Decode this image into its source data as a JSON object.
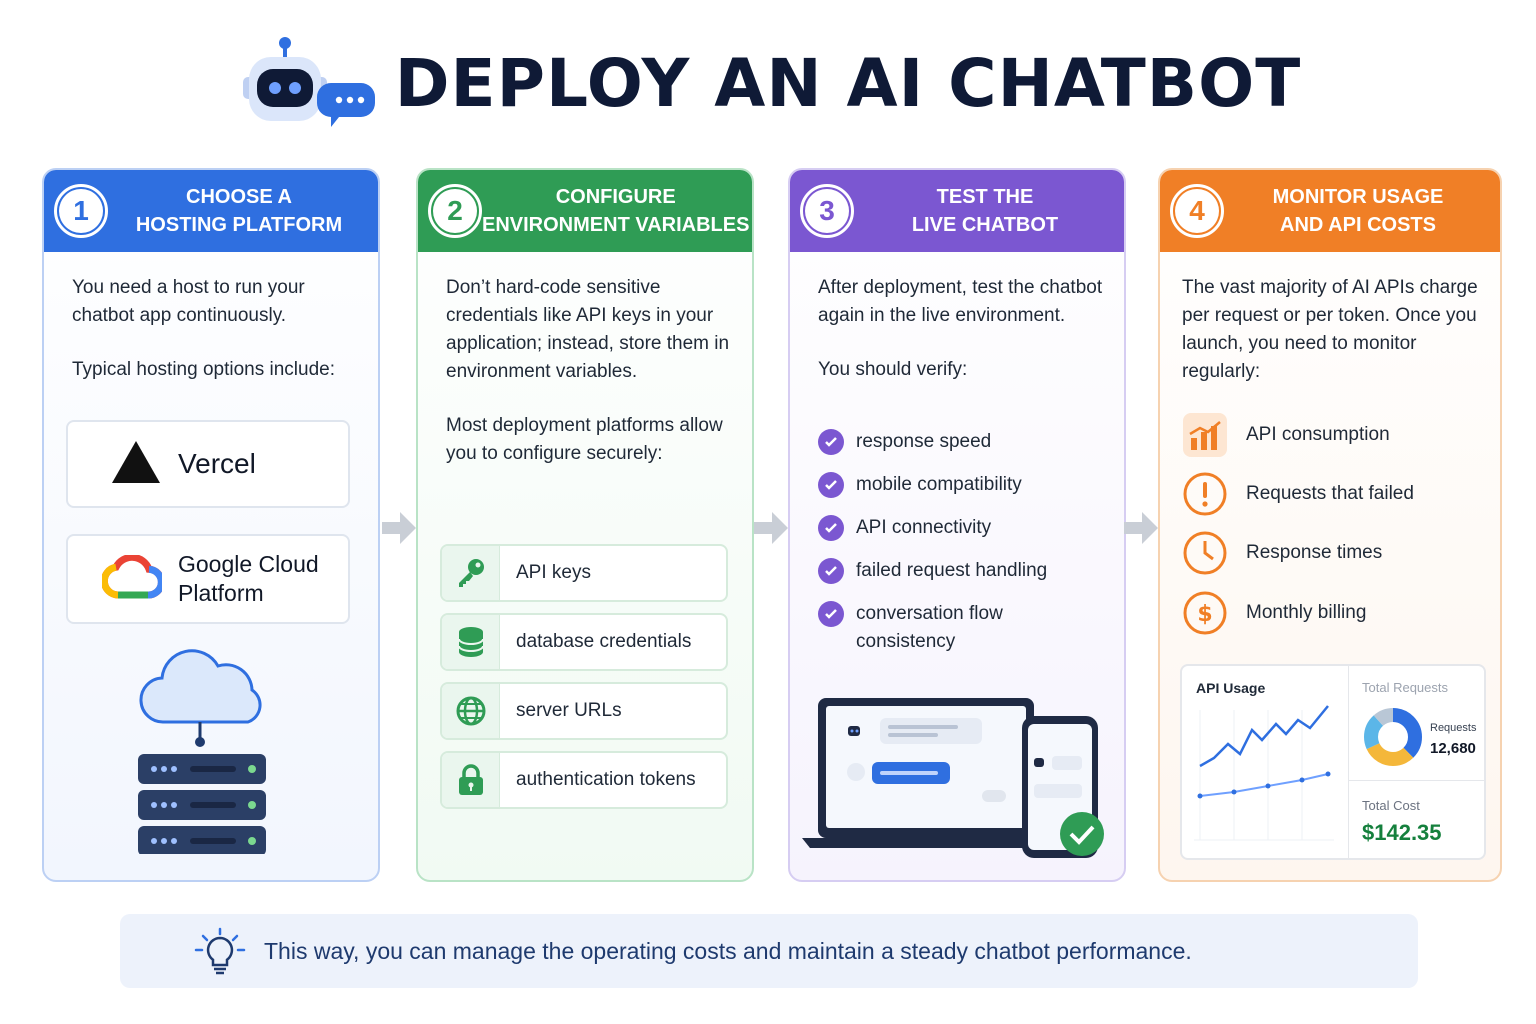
{
  "title": "DEPLOY AN AI CHATBOT",
  "colors": {
    "blue": "#2f6fe0",
    "green": "#2f9c55",
    "purple": "#7b57d1",
    "orange": "#f07f26",
    "navy": "#0f1a36"
  },
  "steps": [
    {
      "number": "1",
      "heading_line1": "CHOOSE A",
      "heading_line2": "HOSTING PLATFORM",
      "para1": "You need a host to run your chatbot app continuously.",
      "para2": "Typical hosting options include:",
      "options": [
        {
          "name": "Vercel",
          "icon": "vercel-triangle-icon"
        },
        {
          "name_line1": "Google Cloud",
          "name_line2": "Platform",
          "icon": "google-cloud-icon"
        }
      ],
      "illustration": "cloud-server-illustration"
    },
    {
      "number": "2",
      "heading_line1": "CONFIGURE",
      "heading_line2": "ENVIRONMENT VARIABLES",
      "para1": "Don’t hard-code sensitive credentials like API keys in your application; instead, store them in environment variables.",
      "para2": "Most deployment platforms allow you to configure securely:",
      "items": [
        {
          "label": "API keys",
          "icon": "key-icon"
        },
        {
          "label": "database credentials",
          "icon": "database-icon"
        },
        {
          "label": "server URLs",
          "icon": "globe-icon"
        },
        {
          "label": "authentication tokens",
          "icon": "lock-icon"
        }
      ]
    },
    {
      "number": "3",
      "heading_line1": "TEST THE",
      "heading_line2": "LIVE CHATBOT",
      "para1": "After deployment, test the chatbot again in the live environment.",
      "para2": "You should verify:",
      "checks": [
        "response speed",
        "mobile compatibility",
        "API connectivity",
        "failed request handling",
        "conversation flow consistency"
      ],
      "illustration": "laptop-phone-chatbot-illustration"
    },
    {
      "number": "4",
      "heading_line1": "MONITOR USAGE",
      "heading_line2": "AND API COSTS",
      "para1": "The vast majority of AI APIs charge per request or per token. Once you launch, you need to monitor regularly:",
      "items": [
        {
          "label": "API consumption",
          "icon": "bar-chart-icon"
        },
        {
          "label": "Requests that failed",
          "icon": "alert-icon"
        },
        {
          "label": "Response times",
          "icon": "clock-icon"
        },
        {
          "label": "Monthly billing",
          "icon": "dollar-icon"
        }
      ],
      "dashboard": {
        "usage_label": "API Usage",
        "total_requests_label": "Total Requests",
        "requests_label": "Requests",
        "requests_value": "12,680",
        "total_cost_label": "Total Cost",
        "total_cost_value": "$142.35"
      }
    }
  ],
  "footer": "This way, you can manage the operating costs and maintain a steady chatbot performance."
}
